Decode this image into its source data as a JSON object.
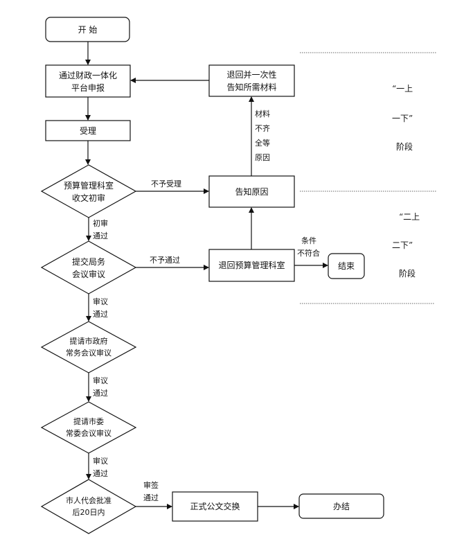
{
  "nodes": {
    "start": "开 始",
    "apply": [
      "通过财政一体化",
      "平台申报"
    ],
    "accept": "受理",
    "budget_review": [
      "预算管理科室",
      "收文初审"
    ],
    "bureau_review": [
      "提交局务",
      "会议审议"
    ],
    "gov_review": [
      "提请市政府",
      "常务会议审议"
    ],
    "party_review": [
      "提请市委",
      "常委会议审议"
    ],
    "npc_approval": [
      "市人代会批准",
      "后20日内"
    ],
    "return_materials": [
      "退回并一次性",
      "告知所需材料"
    ],
    "notify_reason": "告知原因",
    "return_budget": "退回预算管理科室",
    "end": "结束",
    "official_doc": "正式公文交换",
    "done": "办结"
  },
  "edge_labels": {
    "not_accepted": "不予受理",
    "first_pass": [
      "初审",
      "通过"
    ],
    "not_passed": "不予通过",
    "review_pass_1": [
      "审议",
      "通过"
    ],
    "review_pass_2": [
      "审议",
      "通过"
    ],
    "review_pass_3": [
      "审议",
      "通过"
    ],
    "sign_pass": [
      "审签",
      "通过"
    ],
    "materials_incomplete": [
      "材料",
      "不齐",
      "全等",
      "原因"
    ],
    "condition_unmet": [
      "条件",
      "不符合"
    ]
  },
  "stages": {
    "first": [
      "“一上",
      "一下”",
      "阶段"
    ],
    "second": [
      "“二上",
      "二下”",
      "阶段"
    ]
  }
}
